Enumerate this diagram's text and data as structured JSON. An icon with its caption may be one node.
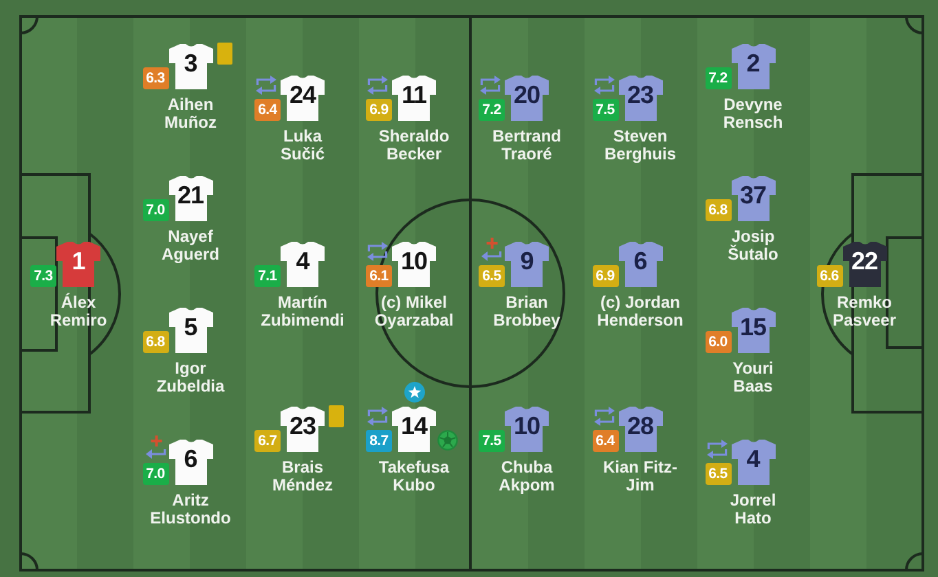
{
  "diagram": {
    "nodes": [
      {
        "text": [
          "7.3"
        ]
      },
      {
        "text": [
          "1"
        ],
        "beside": [
          "Álex Remiro"
        ]
      },
      {
        "text": [
          "6.3"
        ]
      },
      {
        "text": [
          "3"
        ],
        "beside": [
          "Aihen Muñoz"
        ]
      },
      {
        "text": [
          "7.0"
        ]
      },
      {
        "text": [
          "21"
        ],
        "beside": [
          "Nayef Aguerd"
        ]
      },
      {
        "text": [
          "6.8"
        ]
      },
      {
        "text": [
          "5"
        ],
        "beside": [
          "Igor Zubeldia"
        ]
      },
      {
        "text": [
          "7.0"
        ]
      },
      {
        "text": [
          "6"
        ],
        "beside": [
          "Aritz Elustondo"
        ]
      },
      {
        "text": [
          "6.4"
        ]
      },
      {
        "text": [
          "24"
        ],
        "beside": [
          "Luka Sučić"
        ]
      },
      {
        "text": [
          "7.1"
        ]
      },
      {
        "text": [
          "4"
        ],
        "beside": [
          "Martín Zubimendi"
        ]
      },
      {
        "text": [
          "6.7"
        ]
      },
      {
        "text": [
          "23"
        ],
        "beside": [
          "Brais Méndez"
        ]
      },
      {
        "text": [
          "6.9"
        ]
      },
      {
        "text": [
          "11"
        ],
        "beside": [
          "Sheraldo Becker"
        ]
      },
      {
        "text": [
          "6.1"
        ]
      },
      {
        "text": [
          "10"
        ],
        "beside": [
          "(c) Mikel Oyarzabal"
        ]
      },
      {
        "text": [
          "8.7"
        ]
      },
      {
        "text": [
          "14"
        ],
        "beside": [
          "Takefusa Kubo"
        ]
      },
      {
        "text": [
          "7.2"
        ]
      },
      {
        "text": [
          "20"
        ],
        "beside": [
          "Bertrand Traoré"
        ]
      },
      {
        "text": [
          "6.5"
        ]
      },
      {
        "text": [
          "9"
        ],
        "beside": [
          "Brian Brobbey"
        ]
      },
      {
        "text": [
          "7.5"
        ]
      },
      {
        "text": [
          "10"
        ],
        "beside": [
          "Chuba Akpom"
        ]
      },
      {
        "text": [
          "7.5"
        ]
      },
      {
        "text": [
          "23"
        ],
        "beside": [
          "Steven Berghuis"
        ]
      },
      {
        "text": [
          "6.9"
        ]
      },
      {
        "text": [
          "6"
        ],
        "beside": [
          "(c) Jordan Henderson"
        ]
      },
      {
        "text": [
          "6.4"
        ]
      },
      {
        "text": [
          "28"
        ],
        "beside": [
          "Kian Fitz-Jim"
        ]
      },
      {
        "text": [
          "7.2"
        ]
      },
      {
        "text": [
          "2"
        ],
        "beside": [
          "Devyne Rensch"
        ]
      },
      {
        "text": [
          "6.8"
        ]
      },
      {
        "text": [
          "37"
        ],
        "beside": [
          "Josip Šutalo"
        ]
      },
      {
        "text": [
          "6.0"
        ]
      },
      {
        "text": [
          "15"
        ],
        "beside": [
          "Youri Baas"
        ]
      },
      {
        "text": [
          "6.5"
        ]
      },
      {
        "text": [
          "4"
        ],
        "beside": [
          "Jorrel Hato"
        ]
      },
      {
        "text": [
          "6.6"
        ]
      },
      {
        "text": [
          "22"
        ],
        "beside": [
          "Remko Pasveer"
        ]
      }
    ]
  }
}
